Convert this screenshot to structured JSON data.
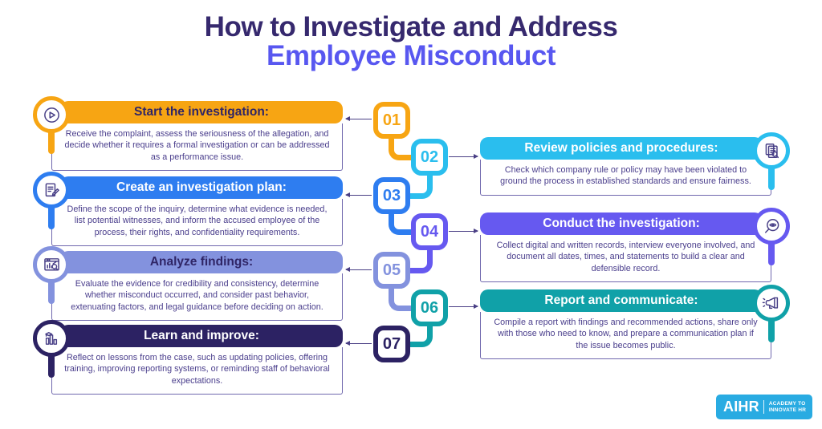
{
  "title": {
    "line1": "How to Investigate and Address",
    "line2": "Employee Misconduct"
  },
  "steps": [
    {
      "number": "01",
      "side": "left",
      "heading": "Start the investigation:",
      "body": "Receive the complaint, assess the seriousness of the allegation, and decide whether it requires a formal investigation or can be addressed as a performance issue.",
      "icon": "play-circle-icon",
      "color": "#F7A513",
      "heading_text_color": "#2F2566"
    },
    {
      "number": "02",
      "side": "right",
      "heading": "Review policies and procedures:",
      "body": "Check which company rule or policy may have been violated to ground the process in established standards and ensure fairness.",
      "icon": "document-magnifier-icon",
      "color": "#2ABEEE",
      "heading_text_color": "#FFFFFF"
    },
    {
      "number": "03",
      "side": "left",
      "heading": "Create an investigation plan:",
      "body": "Define the scope of the inquiry, determine what evidence is needed, list potential witnesses, and inform the accused employee of the process, their rights, and confidentiality requirements.",
      "icon": "document-pencil-icon",
      "color": "#2E7DF0",
      "heading_text_color": "#FFFFFF"
    },
    {
      "number": "04",
      "side": "right",
      "heading": "Conduct the investigation:",
      "body": "Collect digital and written records, interview everyone involved, and document all dates, times, and statements to build a clear and defensible record.",
      "icon": "magnifier-eye-icon",
      "color": "#6659F0",
      "heading_text_color": "#FFFFFF"
    },
    {
      "number": "05",
      "side": "left",
      "heading": "Analyze findings:",
      "body": "Evaluate the evidence for credibility and consistency, determine whether misconduct occurred, and consider past behavior, extenuating factors, and legal guidance before deciding on action.",
      "icon": "chart-magnifier-icon",
      "color": "#8392DE",
      "heading_text_color": "#2F2566"
    },
    {
      "number": "06",
      "side": "right",
      "heading": "Report and communicate:",
      "body": "Compile a report with findings and recommended actions, share only with those who need to know, and prepare a communication plan if the issue becomes public.",
      "icon": "megaphone-icon",
      "color": "#10A1A8",
      "heading_text_color": "#FFFFFF"
    },
    {
      "number": "07",
      "side": "left",
      "heading": "Learn and improve:",
      "body": "Reflect on lessons from the case, such as updating policies, offering training, improving reporting systems, or reminding staff of behavioral expectations.",
      "icon": "bar-chart-graduation-icon",
      "color": "#2C2263",
      "heading_text_color": "#FFFFFF"
    }
  ],
  "logo": {
    "wordmark": "AIHR",
    "tagline_line1": "ACADEMY TO",
    "tagline_line2": "INNOVATE HR",
    "color": "#29ABE2"
  },
  "colors": {
    "title_line1": "#36296E",
    "title_line2": "#5857F0",
    "body_text": "#4A3E8C",
    "card_border": "#7068AE",
    "arrow": "#4A3F85",
    "background": "#FFFFFF"
  }
}
